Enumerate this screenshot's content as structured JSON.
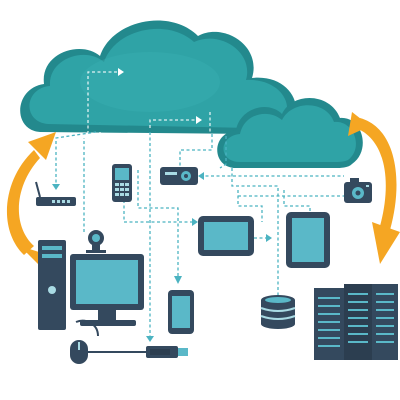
{
  "diagram": {
    "description_free": true,
    "colors": {
      "cloud_main": "#2fa3a6",
      "cloud_shadow": "#23898d",
      "arrow_orange": "#f5a623",
      "connector": "#4bb3c1",
      "device_body": "#34495e",
      "device_screen": "#5ab8c8"
    },
    "nodes": [
      {
        "id": "main-cloud",
        "icon": "cloud-icon"
      },
      {
        "id": "secondary-cloud",
        "icon": "cloud-icon"
      },
      {
        "id": "router",
        "icon": "router-icon"
      },
      {
        "id": "mobile-phone",
        "icon": "feature-phone-icon"
      },
      {
        "id": "projector",
        "icon": "projector-icon"
      },
      {
        "id": "camera",
        "icon": "camera-icon"
      },
      {
        "id": "pc-tower",
        "icon": "pc-tower-icon"
      },
      {
        "id": "monitor",
        "icon": "monitor-icon"
      },
      {
        "id": "webcam",
        "icon": "webcam-icon"
      },
      {
        "id": "tablet-landscape",
        "icon": "tablet-icon"
      },
      {
        "id": "tablet-portrait",
        "icon": "tablet-icon"
      },
      {
        "id": "smartphone",
        "icon": "smartphone-icon"
      },
      {
        "id": "database",
        "icon": "database-icon"
      },
      {
        "id": "server-racks",
        "icon": "server-rack-icon"
      },
      {
        "id": "mouse",
        "icon": "mouse-icon"
      },
      {
        "id": "usb-drive",
        "icon": "usb-icon"
      }
    ]
  }
}
